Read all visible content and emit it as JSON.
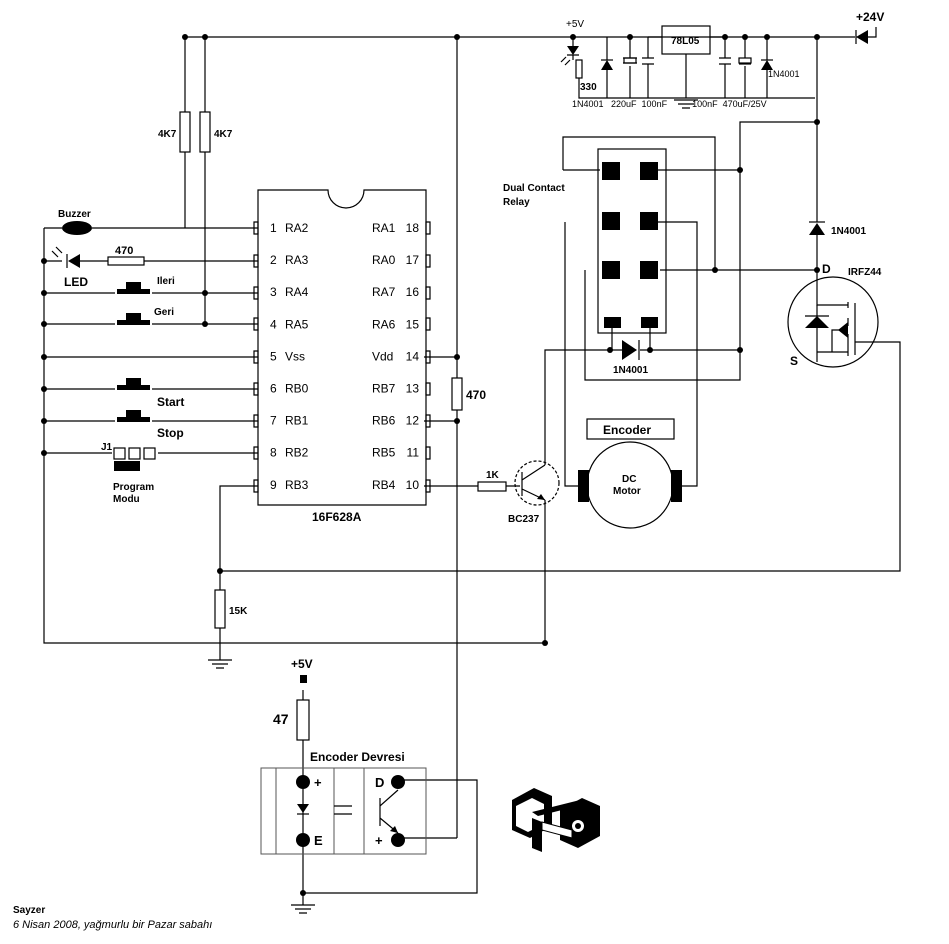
{
  "title_block": {
    "author": "Sayzer",
    "date_line": "6 Nisan 2008, yağmurlu bir Pazar sabahı"
  },
  "ic": {
    "name": "16F628A",
    "left_pins": [
      {
        "num": "1",
        "name": "RA2"
      },
      {
        "num": "2",
        "name": "RA3"
      },
      {
        "num": "3",
        "name": "RA4"
      },
      {
        "num": "4",
        "name": "RA5"
      },
      {
        "num": "5",
        "name": "Vss"
      },
      {
        "num": "6",
        "name": "RB0"
      },
      {
        "num": "7",
        "name": "RB1"
      },
      {
        "num": "8",
        "name": "RB2"
      },
      {
        "num": "9",
        "name": "RB3"
      }
    ],
    "right_pins": [
      {
        "num": "18",
        "name": "RA1"
      },
      {
        "num": "17",
        "name": "RA0"
      },
      {
        "num": "16",
        "name": "RA7"
      },
      {
        "num": "15",
        "name": "RA6"
      },
      {
        "num": "14",
        "name": "Vdd"
      },
      {
        "num": "13",
        "name": "RB7"
      },
      {
        "num": "12",
        "name": "RB6"
      },
      {
        "num": "11",
        "name": "RB5"
      },
      {
        "num": "10",
        "name": "RB4"
      }
    ]
  },
  "labels": {
    "buzzer": "Buzzer",
    "led": "LED",
    "r_led": "470",
    "r_pullup1": "4K7",
    "r_pullup2": "4K7",
    "btn_ileri": "Ileri",
    "btn_geri": "Geri",
    "btn_start": "Start",
    "btn_stop": "Stop",
    "jumper": "J1",
    "program_modu_1": "Program",
    "program_modu_2": "Modu",
    "r_15k": "15K",
    "r_470_vdd": "470",
    "r_1k": "1K",
    "transistor": "BC237",
    "regulator": "78L05",
    "vcc5": "+5V",
    "vcc24": "+24V",
    "r_330": "330",
    "reg_caps": "1N4001   220uF  100nF          100nF  470uF/25V",
    "diode_out": "1N4001",
    "relay_1": "Dual Contact",
    "relay_2": "Relay",
    "relay_diode": "1N4001",
    "drain_diode": "1N4001",
    "mosfet": "IRFZ44",
    "drain": "D",
    "source": "S",
    "encoder_box": "Encoder",
    "motor_1": "DC",
    "motor_2": "Motor",
    "enc_vcc": "+5V",
    "r_47": "47",
    "enc_circuit": "Encoder Devresi",
    "enc_plus_left": "+",
    "enc_e": "E",
    "enc_d": "D",
    "enc_plus_right": "+"
  }
}
